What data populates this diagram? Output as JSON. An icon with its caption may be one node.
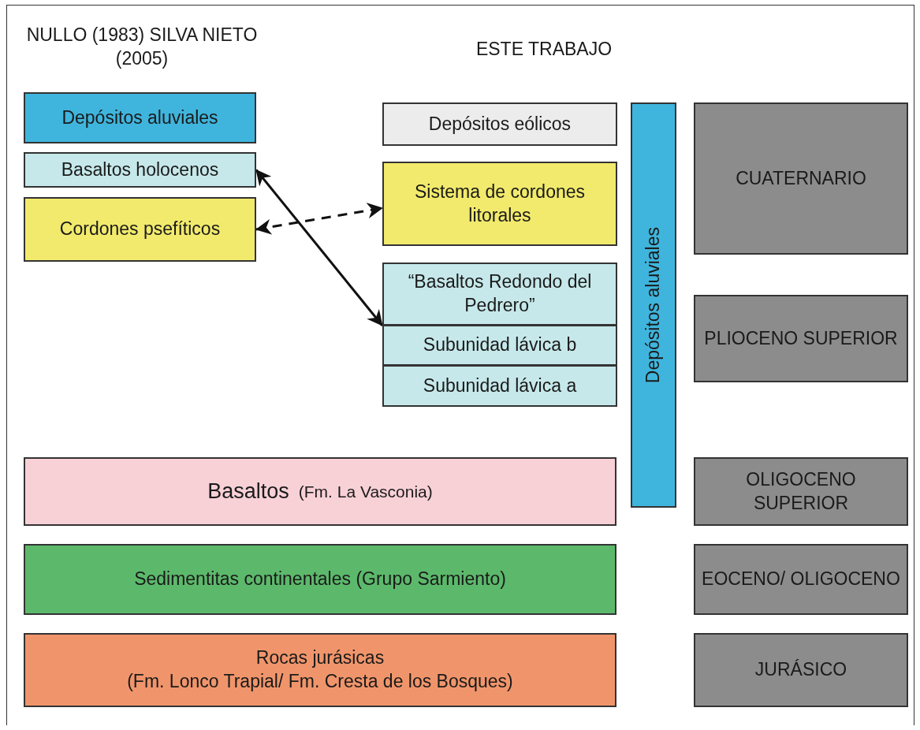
{
  "diagram": {
    "nodes": [
      {
        "text": [
          "Depósitos aluviales"
        ]
      },
      {
        "text": [
          "Basaltos holocenos"
        ]
      },
      {
        "text": [
          "Cordones psefíticos"
        ]
      },
      {
        "text": [
          "Depósitos eólicos"
        ]
      },
      {
        "text": [
          "Sistema de cordones litorales"
        ]
      },
      {
        "text": [
          "“Basaltos Redondo del Pedrero”"
        ]
      },
      {
        "text": [
          "Subunidad lávica b"
        ]
      },
      {
        "text": [
          "Subunidad lávica a"
        ]
      },
      {
        "text": [
          "Depósitos aluviales"
        ]
      },
      {
        "text": [
          "CUATERNARIO"
        ]
      },
      {
        "text": [
          "PLIOCENO SUPERIOR"
        ]
      },
      {
        "text": [
          "Basaltos",
          "(Fm. La Vasconia)"
        ]
      },
      {
        "text": [
          "OLIGOCENO SUPERIOR"
        ]
      },
      {
        "text": [
          "Sedimentitas continentales (Grupo Sarmiento)"
        ]
      },
      {
        "text": [
          "EOCENO/ OLIGOCENO"
        ]
      },
      {
        "text": [
          "Rocas jurásicas",
          "(Fm. Lonco Trapial/ Fm. Cresta de los Bosques)"
        ]
      },
      {
        "text": [
          "JURÁSICO"
        ]
      }
    ],
    "edges": [
      {
        "from": 1,
        "to": 5,
        "arrow": "both"
      },
      {
        "from": 2,
        "to": 4,
        "arrow": "both",
        "style": "dashed"
      }
    ],
    "labels": [
      "NULLO (1983) SILVA NIETO (2005)",
      "ESTE TRABAJO"
    ]
  }
}
